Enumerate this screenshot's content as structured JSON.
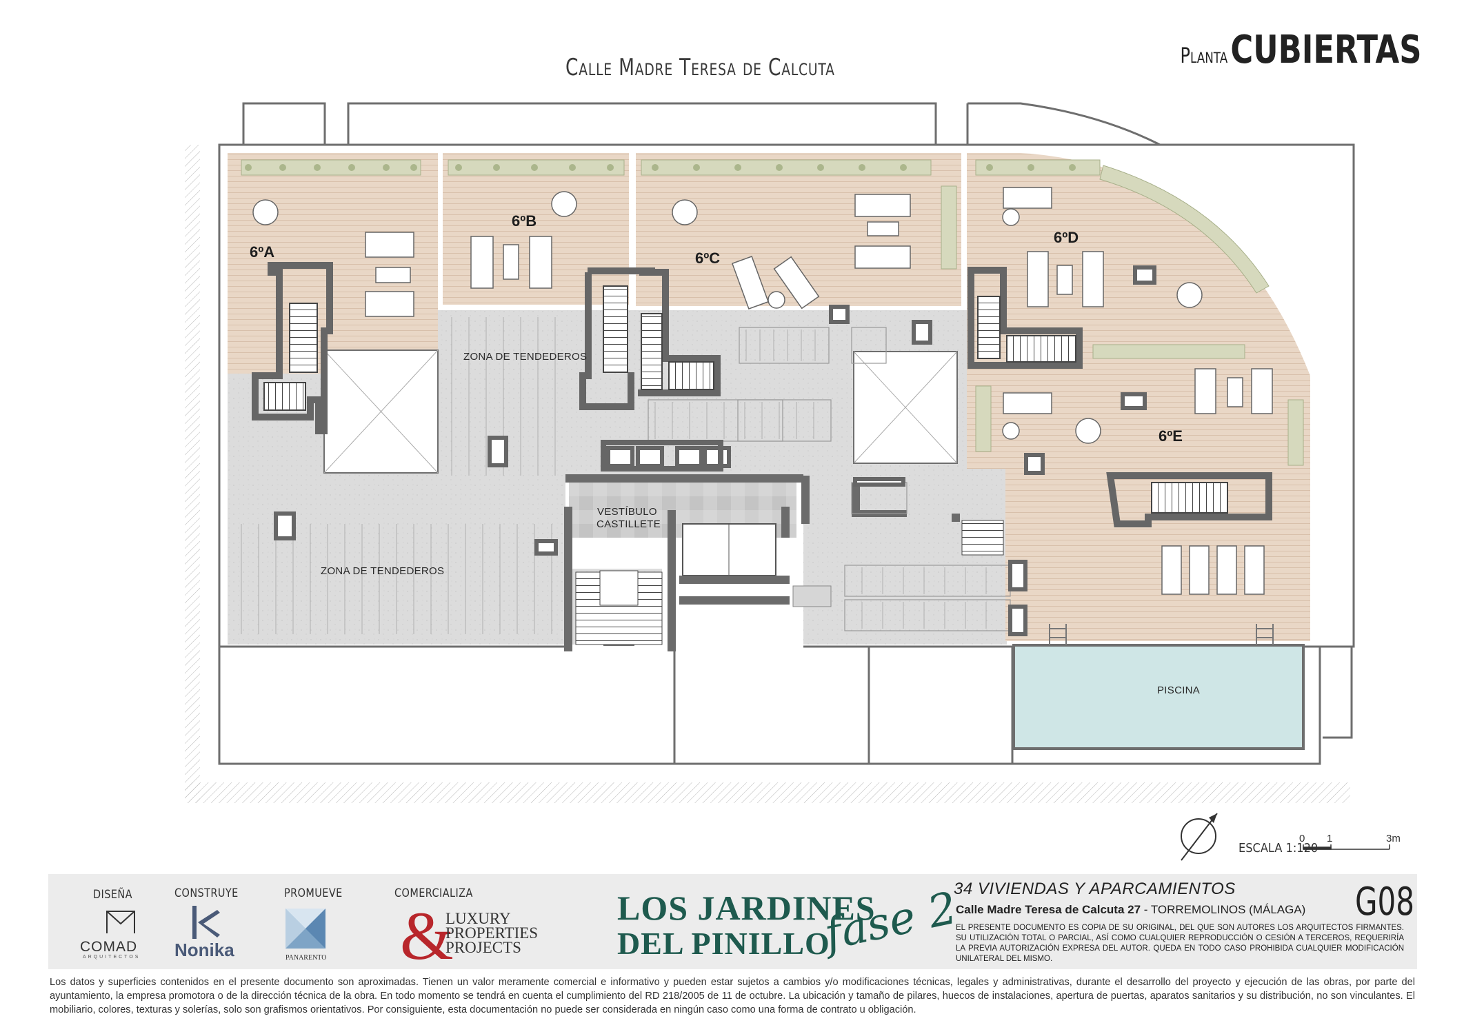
{
  "header": {
    "street": "Calle Madre Teresa de Calcuta",
    "planta_small": "Planta",
    "planta_large": "CUBIERTAS"
  },
  "plan": {
    "units": [
      "6ºA",
      "6ºB",
      "6ºC",
      "6ºD",
      "6ºE"
    ],
    "zone_tendederos_top": "ZONA DE TENDEDEROS",
    "zone_tendederos_bottom": "ZONA DE TENDEDEROS",
    "vestibulo_line1": "VESTÍBULO",
    "vestibulo_line2": "CASTILLETE",
    "piscina": "PISCINA"
  },
  "scale": {
    "label": "ESCALA 1:120",
    "ticks": [
      "0",
      "1",
      "3m"
    ],
    "north_icon": "north-arrow-icon"
  },
  "footer": {
    "roles": {
      "disena": "DISEÑA",
      "construye": "CONSTRUYE",
      "promueve": "PROMUEVE",
      "comercializa": "COMERCIALIZA"
    },
    "logos": {
      "comad": "COMAD",
      "comad_sub": "ARQUITECTOS",
      "nonika": "Nonika",
      "panarento": "PANARENTO",
      "luxury_1": "LUXURY",
      "luxury_2": "PROPERTIES",
      "luxury_3": "PROJECTS"
    },
    "brand_line1": "LOS JARDINES",
    "brand_line2": "DEL PINILLO",
    "brand_fase": "fase 2",
    "info_head": "34 VIVIENDAS Y APARCAMIENTOS",
    "info_addr_bold": "Calle Madre Teresa de Calcuta 27",
    "info_addr_rest": " - TORREMOLINOS (MÁLAGA)",
    "info_legal": "EL PRESENTE DOCUMENTO ES COPIA DE SU ORIGINAL, DEL QUE SON AUTORES LOS ARQUITECTOS FIRMANTES. SU UTILIZACIÓN TOTAL O PARCIAL, ASÍ COMO CUALQUIER REPRODUCCIÓN O CESIÓN A TERCEROS, REQUERIRÍA LA PREVIA AUTORIZACIÓN EXPRESA DEL AUTOR. QUEDA EN TODO CASO PROHIBIDA CUALQUIER MODIFICACIÓN UNILATERAL DEL MISMO.",
    "code": "G08"
  },
  "disclaimer": "Los datos y superficies contenidos en el presente documento son aproximadas. Tienen un valor meramente comercial e informativo y pueden estar sujetos a cambios y/o modificaciones técnicas, legales y administrativas, durante el desarrollo del proyecto y ejecución de las obras, por parte del ayuntamiento, la empresa promotora o de la dirección técnica de la obra. En todo momento se tendrá en cuenta el cumplimiento del RD 218/2005 de 11 de octubre. La ubicación y tamaño de pilares, huecos de instalaciones, apertura de puertas, aparatos sanitarios y su distribución, no son vinculantes. El mobiliario, colores, texturas y solerías, solo son grafismos orientativos. Por consiguiente, esta documentación no puede ser considerada en ningún caso como una forma de contrato u obligación.",
  "colors": {
    "wood": "#e8d5c4",
    "concrete": "#d9d9d9",
    "wall": "#6e6e6e",
    "pool": "#cfe6e6",
    "brand_green": "#1e5a4e",
    "luxury_red": "#b8262b"
  }
}
